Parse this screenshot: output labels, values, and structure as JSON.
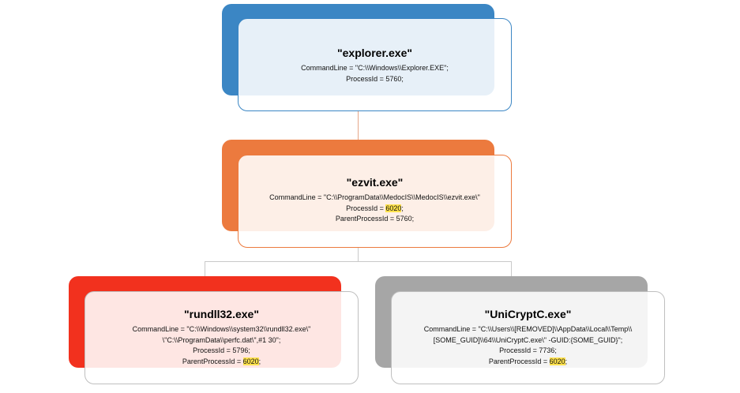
{
  "colors": {
    "explorer": "#3b86c4",
    "ezvit": "#ec7a3e",
    "rundll": "#f2311e",
    "unicrypt": "#a6a6a6",
    "highlight": "#ffe24d"
  },
  "nodes": {
    "explorer": {
      "title": "\"explorer.exe\"",
      "cmd": "CommandLine = \"C:\\\\Windows\\\\Explorer.EXE\";",
      "pid": "ProcessId = 5760;"
    },
    "ezvit": {
      "title": "\"ezvit.exe\"",
      "cmd": "CommandLine = \"C:\\\\ProgramData\\\\MedocIS\\\\MedocIS\\\\ezvit.exe\\\"",
      "pid_prefix": "ProcessId = ",
      "pid_value": "6020",
      "pid_suffix": ";",
      "ppid": "ParentProcessId = 5760;"
    },
    "rundll": {
      "title": "\"rundll32.exe\"",
      "cmd1": "CommandLine = \"C:\\\\Windows\\\\system32\\\\rundll32.exe\\\"",
      "cmd2": "\\\"C:\\\\ProgramData\\\\perfc.dat\\\",#1 30\";",
      "pid": "ProcessId = 5796;",
      "ppid_prefix": "ParentProcessId = ",
      "ppid_value": "6020",
      "ppid_suffix": ";"
    },
    "unicrypt": {
      "title": "\"UniCryptC.exe\"",
      "cmd1": "CommandLine = \"C:\\\\Users\\\\[REMOVED]\\\\AppData\\\\Local\\\\Temp\\\\",
      "cmd2": "[SOME_GUID]\\\\64\\\\UniCryptC.exe\\\" -GUID:{SOME_GUID}\";",
      "pid": "ProcessId = 7736;",
      "ppid_prefix": "ParentProcessId = ",
      "ppid_value": "6020",
      "ppid_suffix": ";"
    }
  }
}
